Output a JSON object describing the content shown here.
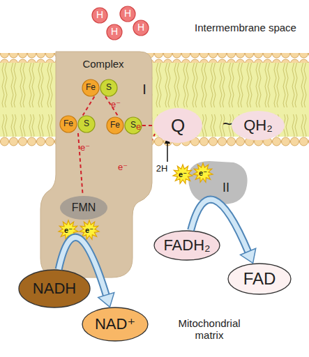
{
  "diagram": {
    "nodes": [
      {
        "text": [
          "H"
        ]
      },
      {
        "text": [
          "H"
        ]
      },
      {
        "text": [
          "H"
        ]
      },
      {
        "text": [
          "H"
        ]
      },
      {
        "text": [
          "Complex",
          "I"
        ]
      },
      {
        "text": [
          "Fe",
          "S"
        ],
        "in": 4
      },
      {
        "text": [
          "Fe",
          "S"
        ],
        "in": 4
      },
      {
        "text": [
          "Fe",
          "S"
        ],
        "in": 4
      },
      {
        "text": [
          "FMN"
        ],
        "in": 4
      },
      {
        "text": [
          "e⁻"
        ],
        "in": 4
      },
      {
        "text": [
          "e⁻"
        ],
        "in": 4
      },
      {
        "text": [
          "Q"
        ]
      },
      {
        "text": [
          "QH₂"
        ]
      },
      {
        "text": [
          "II"
        ]
      },
      {
        "text": [
          "e⁻"
        ]
      },
      {
        "text": [
          "e⁻"
        ]
      },
      {
        "text": [
          "FADH₂"
        ]
      },
      {
        "text": [
          "FAD"
        ]
      },
      {
        "text": [
          "NADH"
        ]
      },
      {
        "text": [
          "NAD⁺"
        ]
      }
    ],
    "edges": [
      {
        "from": 5,
        "to": 6,
        "arrow": "none"
      },
      {
        "from": 5,
        "to": 7,
        "label": "e⁻",
        "arrow": "none"
      },
      {
        "from": 6,
        "to": 8,
        "label": "e⁻",
        "arrow": "none"
      },
      {
        "from": 7,
        "to": 11,
        "label": "e⁻",
        "arrow": "none"
      },
      {
        "from": 18,
        "to": 19,
        "arrow": "to"
      },
      {
        "from": 16,
        "to": 17,
        "arrow": "to"
      }
    ],
    "labels": [
      "Intermembrane space",
      "e⁻",
      "2H",
      "~",
      "Mitochondrial matrix"
    ]
  }
}
